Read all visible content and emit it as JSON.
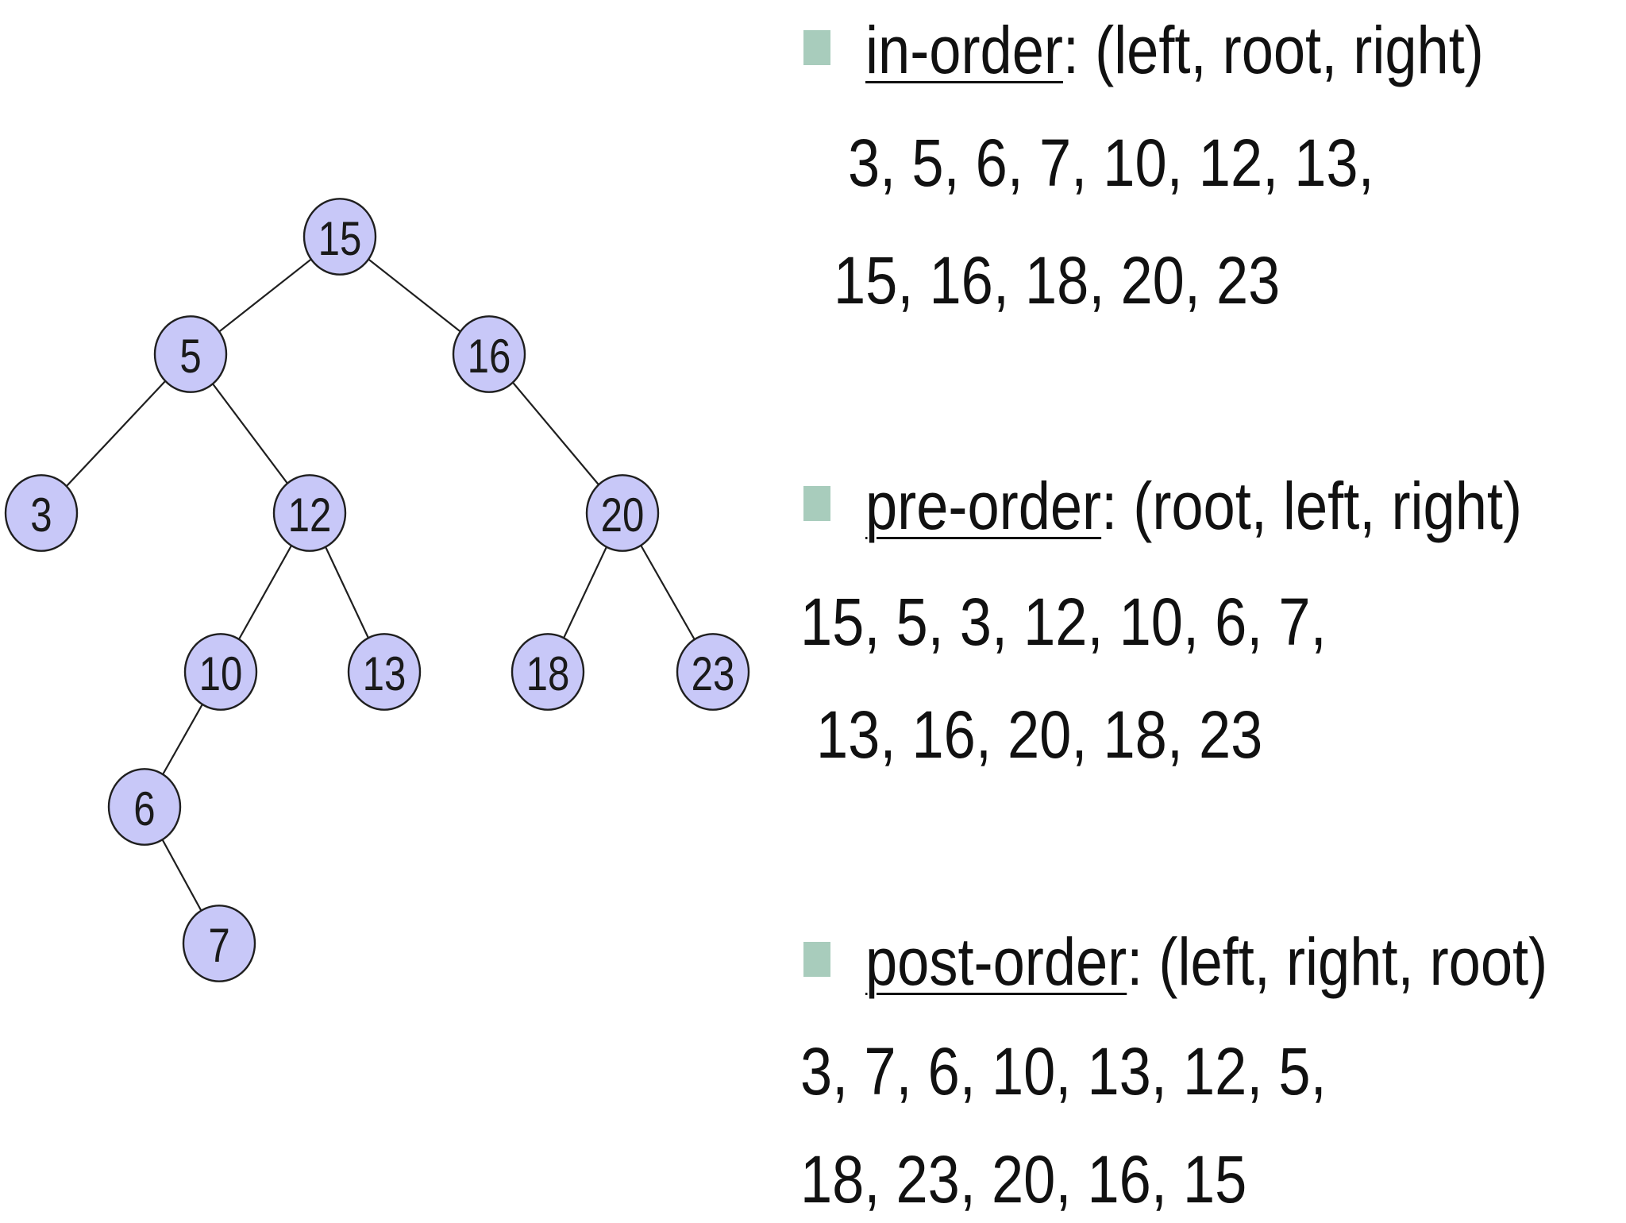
{
  "tree": {
    "nodes": [
      {
        "id": "n15",
        "label": "15"
      },
      {
        "id": "n5",
        "label": "5"
      },
      {
        "id": "n16",
        "label": "16"
      },
      {
        "id": "n3",
        "label": "3"
      },
      {
        "id": "n12",
        "label": "12"
      },
      {
        "id": "n20",
        "label": "20"
      },
      {
        "id": "n10",
        "label": "10"
      },
      {
        "id": "n13",
        "label": "13"
      },
      {
        "id": "n18",
        "label": "18"
      },
      {
        "id": "n23",
        "label": "23"
      },
      {
        "id": "n6",
        "label": "6"
      },
      {
        "id": "n7",
        "label": "7"
      }
    ],
    "edges": [
      [
        "n15",
        "n5"
      ],
      [
        "n15",
        "n16"
      ],
      [
        "n5",
        "n3"
      ],
      [
        "n5",
        "n12"
      ],
      [
        "n16",
        "n20"
      ],
      [
        "n12",
        "n10"
      ],
      [
        "n12",
        "n13"
      ],
      [
        "n20",
        "n18"
      ],
      [
        "n20",
        "n23"
      ],
      [
        "n10",
        "n6"
      ],
      [
        "n6",
        "n7"
      ]
    ],
    "node_fill": "#c8c8f8",
    "node_stroke": "#1f1f1f"
  },
  "traversals": {
    "bullet_color": "#a8ccbc",
    "in_order": {
      "term": "in-order",
      "rule": ":  (left, root, right)",
      "line1": "3, 5, 6, 7, 10, 12, 13,",
      "line2": "15, 16, 18, 20, 23"
    },
    "pre_order": {
      "term": "pre-order",
      "rule": ":  (root, left, right)",
      "line1": "15, 5, 3, 12, 10, 6, 7,",
      "line2": "13, 16, 20, 18, 23"
    },
    "post_order": {
      "term": "post-order",
      "rule": ":  (left, right, root)",
      "line1": "3, 7, 6, 10, 13, 12, 5,",
      "line2": "18, 23, 20, 16, 15"
    }
  }
}
